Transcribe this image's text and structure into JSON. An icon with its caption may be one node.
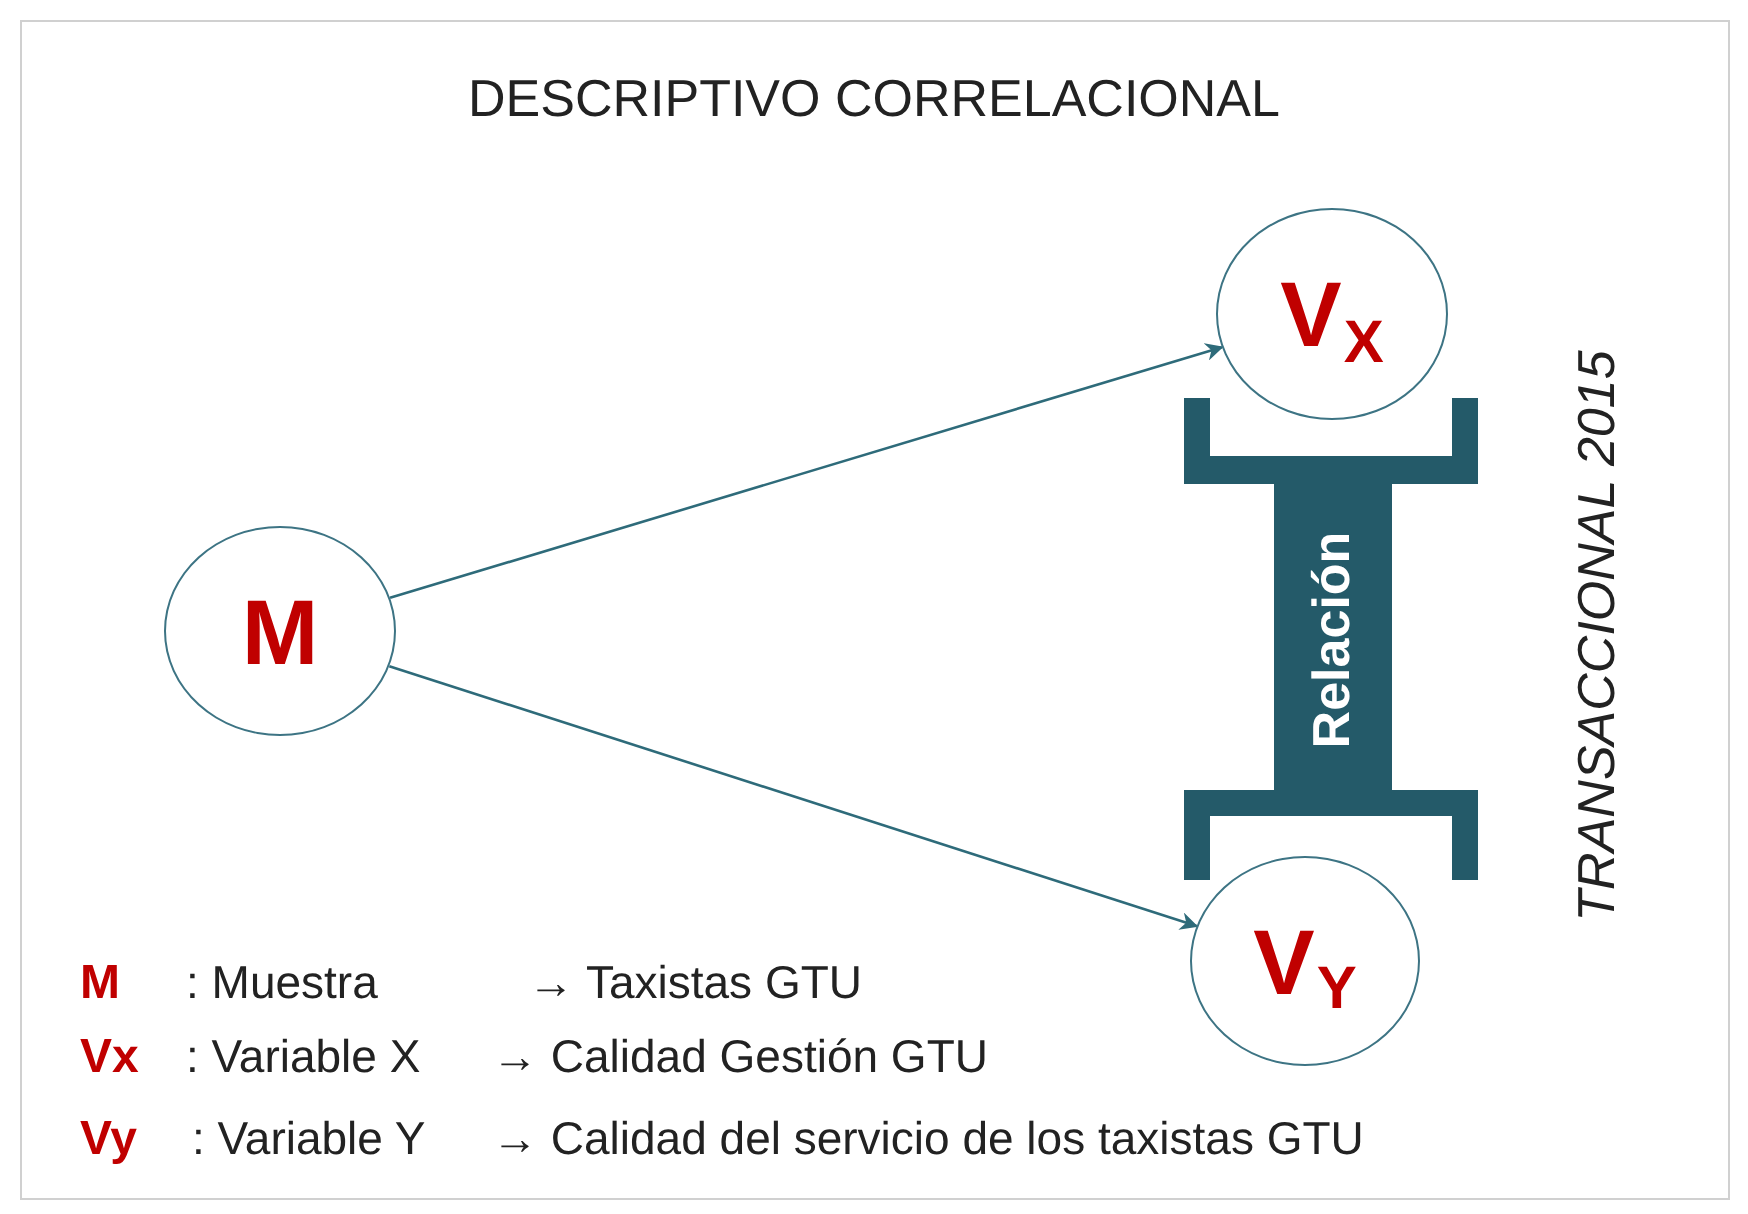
{
  "diagram": {
    "title": "DESCRIPTIVO CORRELACIONAL",
    "nodes": [
      {
        "text": [
          "M"
        ]
      },
      {
        "text": [
          "V$_{X}$"
        ]
      },
      {
        "text": [
          "V$_{Y}$"
        ]
      },
      {
        "text": [
          "Relación"
        ]
      }
    ],
    "edges": [
      {
        "from": 0,
        "to": 1,
        "arrow": "to"
      },
      {
        "from": 0,
        "to": 2,
        "arrow": "to"
      }
    ],
    "labels": [
      "TRANSACCIONAL 2015",
      "M",
      ": Muestra",
      "→ Taxistas GTU",
      "Vx",
      ": Variable X",
      "→ Calidad Gestión GTU",
      "Vy",
      ": Variable Y",
      "→ Calidad del servicio de los taxistas GTU"
    ]
  }
}
